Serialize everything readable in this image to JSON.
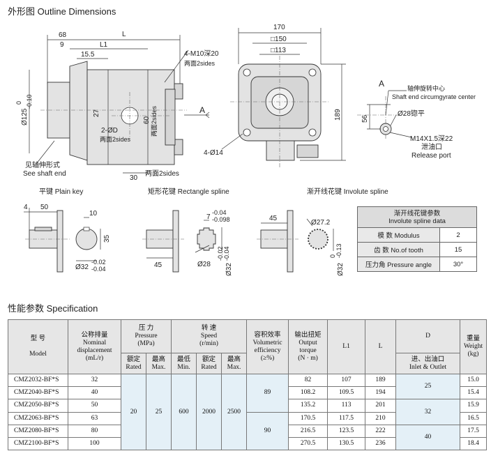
{
  "outline": {
    "heading": "外形图  Outline Dimensions",
    "side_view": {
      "d68": "68",
      "dL": "L",
      "d9": "9",
      "dL1": "L1",
      "d15_5": "15.5",
      "d27": "27",
      "d60": "60",
      "d2D": "2-ØD",
      "sides": "两面2sides",
      "m10_note": "4-M10深20",
      "m10_sides": "两面2sides",
      "shaft_dia": "Ø125",
      "shaft_tol_upper": "0",
      "shaft_tol_lower": "-0.10",
      "shaft_note_cn": "见轴伸形式",
      "shaft_note_en": "See shaft end",
      "d30": "30",
      "bottom_sides": "两面2sides",
      "arrow_A": "A",
      "side_sides_v": "两面2sides"
    },
    "front_view": {
      "d170": "170",
      "d150": "□150",
      "d113": "□113",
      "d189": "189",
      "d14": "4-Ø14"
    },
    "view_a": {
      "label_A": "A",
      "note_cn": "轴伸旋转中心",
      "note_en": "Shaft end circumgyrate center",
      "d28": "Ø28锪平",
      "d56": "56",
      "port": "M14X1.5深22",
      "port_cn": "泄油口",
      "port_en": "Release port"
    }
  },
  "shaft_ends": {
    "plain_key": {
      "title": "平键  Plain key",
      "d4": "4",
      "d50": "50",
      "d10": "10",
      "d35": "35",
      "d32": "Ø32",
      "tol_upper": "-0.02",
      "tol_lower": "-0.04"
    },
    "rect_spline": {
      "title": "矩形花键  Rectangle spline",
      "d7": "7",
      "tol_upper": "-0.04",
      "tol_lower": "-0.098",
      "d45": "45",
      "d28": "Ø28",
      "d32": "Ø32",
      "d32_upper": "-0.02",
      "d32_lower": "-0.04"
    },
    "involute_spline": {
      "title": "渐开线花键  Involute spline",
      "d45": "45",
      "d27_2": "Ø27.2",
      "d32": "Ø32",
      "d32_upper": "0",
      "d32_lower": "-0.13"
    }
  },
  "spline_data": {
    "header_cn": "渐开线花键参数",
    "header_en": "Involute  spline data",
    "rows": [
      {
        "label": "模  数 Modulus",
        "value": "2"
      },
      {
        "label": "齿  数 No.of tooth",
        "value": "15"
      },
      {
        "label": "压力角 Pressure angle",
        "value": "30°"
      }
    ]
  },
  "spec": {
    "heading": "性能参数  Specification",
    "headers": {
      "model_cn": "型    号",
      "model_en": "Model",
      "disp_cn": "公称排量",
      "disp_en1": "Nominal",
      "disp_en2": "displacement",
      "disp_unit": "(mL/r)",
      "pressure_cn": "压    力",
      "pressure_en": "Pressure",
      "pressure_unit": "(MPa)",
      "speed_cn": "转    速",
      "speed_en": "Speed",
      "speed_unit": "(r/min)",
      "eff_cn": "容积效率",
      "eff_en1": "Volumetric",
      "eff_en2": "efficiency",
      "eff_unit": "(≥%)",
      "torque_cn": "输出扭矩",
      "torque_en1": "Output",
      "torque_en2": "torque",
      "torque_unit": "(N · m)",
      "l1": "L1",
      "l": "L",
      "d": "D",
      "d_cn": "进、出油口",
      "d_en": "Inlet & Outlet",
      "weight_cn": "重量",
      "weight_en": "Weight",
      "weight_unit": "(kg)",
      "rated_cn": "额定",
      "rated_en": "Rated",
      "max_cn": "最高",
      "max_en": "Max.",
      "min_cn": "最低",
      "min_en": "Min."
    },
    "rows": [
      {
        "model": "CMZ2032-BF*S",
        "disp": "32",
        "torque": "82",
        "l1": "107",
        "l": "189",
        "weight": "15.0"
      },
      {
        "model": "CMZ2040-BF*S",
        "disp": "40",
        "torque": "108.2",
        "l1": "109.5",
        "l": "194",
        "weight": "15.4"
      },
      {
        "model": "CMZ2050-BF*S",
        "disp": "50",
        "torque": "135.2",
        "l1": "113",
        "l": "201",
        "weight": "15.9"
      },
      {
        "model": "CMZ2063-BF*S",
        "disp": "63",
        "torque": "170.5",
        "l1": "117.5",
        "l": "210",
        "weight": "16.5"
      },
      {
        "model": "CMZ2080-BF*S",
        "disp": "80",
        "torque": "216.5",
        "l1": "123.5",
        "l": "222",
        "weight": "17.5"
      },
      {
        "model": "CMZ2100-BF*S",
        "disp": "100",
        "torque": "270.5",
        "l1": "130.5",
        "l": "236",
        "weight": "18.4"
      }
    ],
    "merged": {
      "pressure_rated": "20",
      "pressure_max": "25",
      "speed_min": "600",
      "speed_rated": "2000",
      "speed_max": "2500",
      "eff_a": "89",
      "eff_b": "90",
      "d_a": "25",
      "d_b": "32",
      "d_c": "40"
    }
  }
}
